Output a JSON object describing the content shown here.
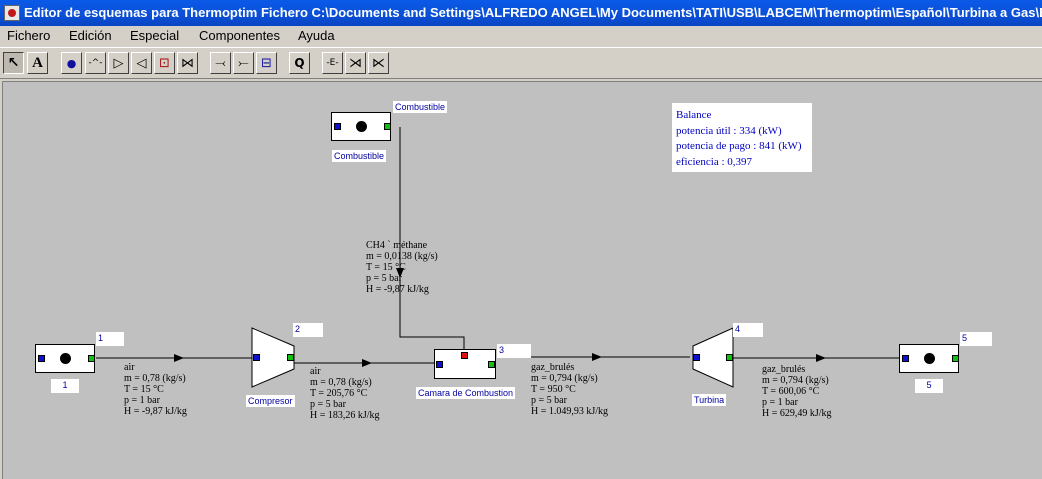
{
  "window": {
    "title": "Editor de esquemas para Thermoptim  Fichero  C:\\Documents and Settings\\ALFREDO ANGEL\\My Documents\\TATI\\USB\\LABCEM\\Thermoptim\\Español\\Turbina a Gas\\Esq"
  },
  "menu": [
    "Fichero",
    "Edición",
    "Especial",
    "Componentes",
    "Ayuda"
  ],
  "toolbar": {
    "tools": [
      {
        "name": "select-tool",
        "glyph": "↖"
      },
      {
        "name": "text-tool",
        "glyph": "A"
      },
      {
        "name": "source-tool",
        "glyph": "●"
      },
      {
        "name": "resistor-tool",
        "glyph": "-^-"
      },
      {
        "name": "compressor-tool",
        "glyph": "▷"
      },
      {
        "name": "turbine-tool",
        "glyph": "◁"
      },
      {
        "name": "combustion-tool",
        "glyph": "⊡"
      },
      {
        "name": "exchanger-tool",
        "glyph": "⋈"
      },
      {
        "name": "mixer-tool",
        "glyph": "⤙"
      },
      {
        "name": "divider-tool",
        "glyph": "⤚"
      },
      {
        "name": "heat-exchanger-tool",
        "glyph": "⊟"
      },
      {
        "name": "heat-transfer-tool",
        "glyph": "Q"
      },
      {
        "name": "electric-tool",
        "glyph": "-E-"
      },
      {
        "name": "electric-divider-tool",
        "glyph": "⋊"
      },
      {
        "name": "electric-mixer-tool",
        "glyph": "⋉"
      }
    ]
  },
  "nodes": {
    "n1": {
      "tag": "1",
      "caption": "1"
    },
    "compressor": {
      "tag": "2",
      "caption": "Compresor"
    },
    "combustion": {
      "tag": "3",
      "caption": "Camara de Combustion"
    },
    "turbine": {
      "tag": "4",
      "caption": "Turbina"
    },
    "n5": {
      "tag": "5",
      "caption": "5"
    },
    "fuel": {
      "tag": "Combustible",
      "caption": "Combustible"
    }
  },
  "points": {
    "p1": [
      "air",
      "m = 0,78 (kg/s)",
      "T = 15 °C",
      "p = 1 bar",
      "H = -9,87 kJ/kg"
    ],
    "p2": [
      "air",
      "m = 0,78 (kg/s)",
      "T = 205,76 °C",
      "p = 5 bar",
      "H = 183,26 kJ/kg"
    ],
    "p3": [
      "gaz_brulés",
      "m = 0,794 (kg/s)",
      "T = 950 °C",
      "p = 5 bar",
      "H = 1.049,93 kJ/kg"
    ],
    "p4": [
      "gaz_brulés",
      "m = 0,794 (kg/s)",
      "T = 600,06 °C",
      "p = 1 bar",
      "H = 629,49 kJ/kg"
    ],
    "fuel": [
      "CH4 ` méthane",
      "m = 0,0138 (kg/s)",
      "T = 15 °C",
      "p = 5 bar",
      "H = -9,87 kJ/kg"
    ]
  },
  "balance": {
    "title": "Balance",
    "lines": [
      "potencia útil : 334 (kW)",
      "potencia de pago : 841 (kW)",
      "eficiencia : 0,397"
    ]
  },
  "colors": {
    "port_in": "#1010d0",
    "port_out": "#10c010",
    "port_fuel": "#e01010",
    "label_blue": "#0000a0"
  }
}
